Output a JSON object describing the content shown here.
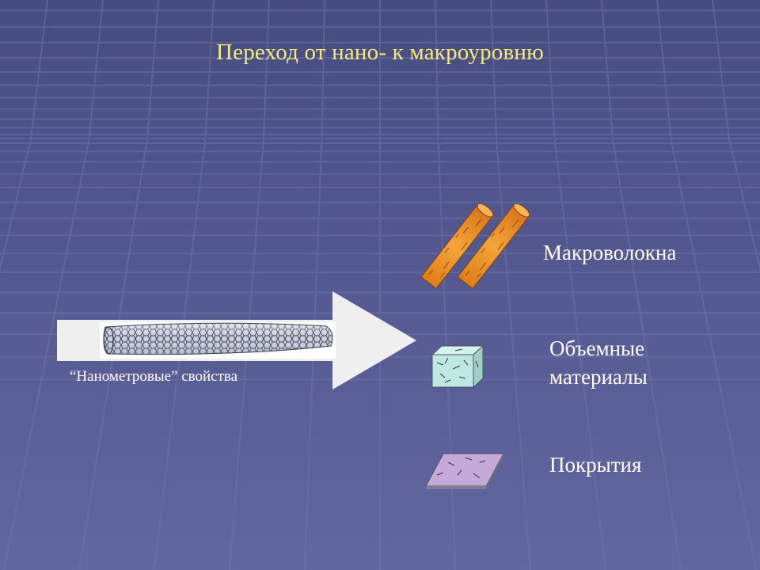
{
  "title": "Переход от нано- к макроуровню",
  "arrow_caption": "“Нанометровые” свойства",
  "outputs": {
    "fibers": "Макроволокна",
    "bulk_line1": "Объемные",
    "bulk_line2": "материалы",
    "coatings": "Покрытия"
  },
  "colors": {
    "background_top": "#4A4F83",
    "background_bottom": "#5F64A0",
    "title": "#F5E97A",
    "label": "#FFFFFF",
    "arrow": "#EFEFEF",
    "fiber": "#F39A2E",
    "cube": "#BFE8E3",
    "coating": "#C4A9D9"
  },
  "icons": [
    "nanotube-icon",
    "macrofiber-icon",
    "bulk-cube-icon",
    "coating-sheet-icon"
  ]
}
